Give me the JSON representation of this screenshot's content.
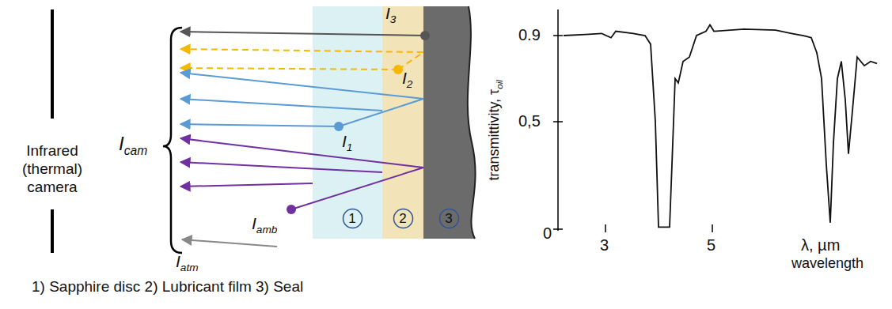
{
  "diagram": {
    "caption": "1) Sapphire disc 2) Lubricant film 3) Seal",
    "nodes": [
      {
        "text": [
          "1"
        ]
      },
      {
        "text": [
          "2"
        ]
      },
      {
        "text": [
          "3"
        ]
      }
    ],
    "labels": [
      "Infrared (thermal) camera",
      "I",
      "cam",
      "I",
      "3",
      "I",
      "2",
      "I",
      "1",
      "I",
      "amb",
      "I",
      "atm",
      "0.9",
      "0,5",
      "0",
      "3",
      "5",
      "λ, µm",
      "transmittivity, τ",
      "oil",
      "wavelength"
    ]
  }
}
